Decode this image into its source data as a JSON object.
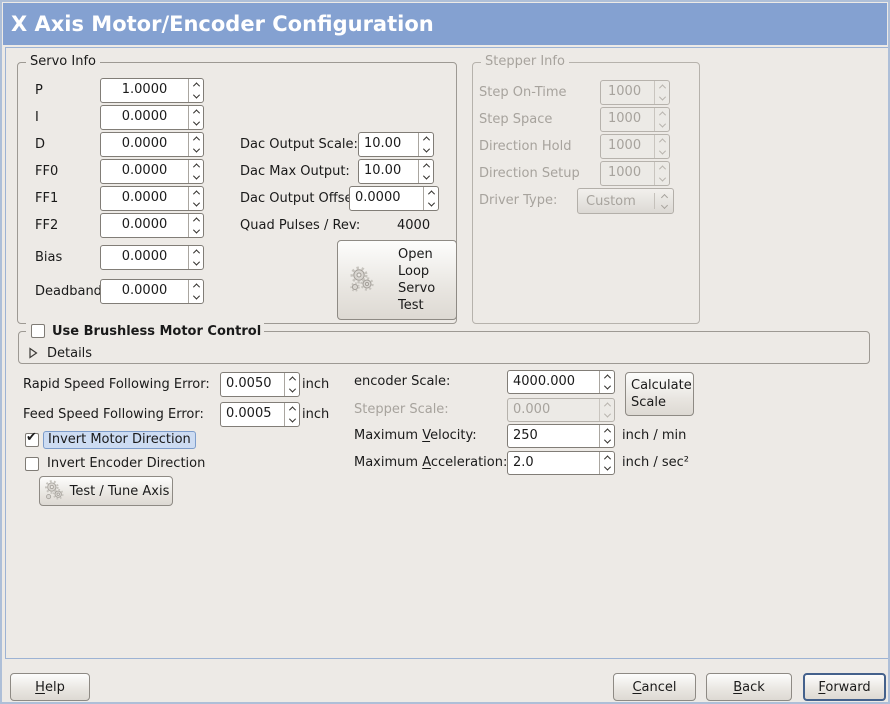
{
  "title": "X Axis Motor/Encoder Configuration",
  "colors": {
    "titlebar_bg": "#84a1d1",
    "titlebar_text": "#ffffff",
    "window_bg": "#edeae6",
    "panel_border": "#9db3d4",
    "focus_bg": "#cddcf2",
    "focus_border": "#7d9dcb"
  },
  "servo": {
    "legend": "Servo Info",
    "fields": [
      {
        "label": "P",
        "value": "1.0000"
      },
      {
        "label": "I",
        "value": "0.0000"
      },
      {
        "label": "D",
        "value": "0.0000"
      },
      {
        "label": "FF0",
        "value": "0.0000"
      },
      {
        "label": "FF1",
        "value": "0.0000"
      },
      {
        "label": "FF2",
        "value": "0.0000"
      },
      {
        "label": "Bias",
        "value": "0.0000"
      },
      {
        "label": "Deadband",
        "value": "0.0000"
      }
    ]
  },
  "dac": {
    "rows": [
      {
        "label": "Dac Output Scale:",
        "value": "10.00"
      },
      {
        "label": "Dac Max Output:",
        "value": "10.00"
      },
      {
        "label": "Dac Output Offset:",
        "value": "0.0000"
      }
    ],
    "quad_label": "Quad Pulses / Rev:",
    "quad_value": "4000"
  },
  "open_loop_button": {
    "lines": [
      "Open",
      "Loop",
      "Servo",
      "Test"
    ]
  },
  "stepper": {
    "legend": "Stepper Info",
    "fields": [
      {
        "label": "Step On-Time",
        "value": "1000"
      },
      {
        "label": "Step Space",
        "value": "1000"
      },
      {
        "label": "Direction Hold",
        "value": "1000"
      },
      {
        "label": "Direction Setup",
        "value": "1000"
      }
    ],
    "driver_label": "Driver Type:",
    "driver_value": "Custom"
  },
  "brushless": {
    "label": "Use Brushless Motor Control",
    "checked": false,
    "details_label": "Details"
  },
  "errors": {
    "rapid": {
      "label": "Rapid Speed Following Error:",
      "value": "0.0050",
      "unit": "inch"
    },
    "feed": {
      "label": "Feed Speed Following Error:",
      "value": "0.0005",
      "unit": "inch"
    }
  },
  "invert": {
    "motor": {
      "label": "Invert Motor Direction",
      "checked": true
    },
    "encoder": {
      "label": "Invert Encoder Direction",
      "checked": false
    }
  },
  "test_tune_button": {
    "label": "Test / Tune Axis"
  },
  "scales": {
    "encoder": {
      "label": "encoder Scale:",
      "value": "4000.000"
    },
    "stepper": {
      "label": "Stepper Scale:",
      "value": "0.000"
    },
    "velocity": {
      "pre": "Maximum ",
      "key": "V",
      "post": "elocity:",
      "value": "250",
      "unit": "inch / min"
    },
    "accel": {
      "pre": "Maximum ",
      "key": "A",
      "post": "cceleration:",
      "value": "2.0",
      "unit": "inch / sec²"
    },
    "calculate_button": {
      "lines": [
        "Calculate",
        "Scale"
      ]
    }
  },
  "footer": {
    "help": {
      "key": "H",
      "post": "elp"
    },
    "cancel": {
      "key": "C",
      "post": "ancel"
    },
    "back": {
      "key": "B",
      "post": "ack"
    },
    "forward": {
      "key": "F",
      "post": "orward"
    }
  }
}
